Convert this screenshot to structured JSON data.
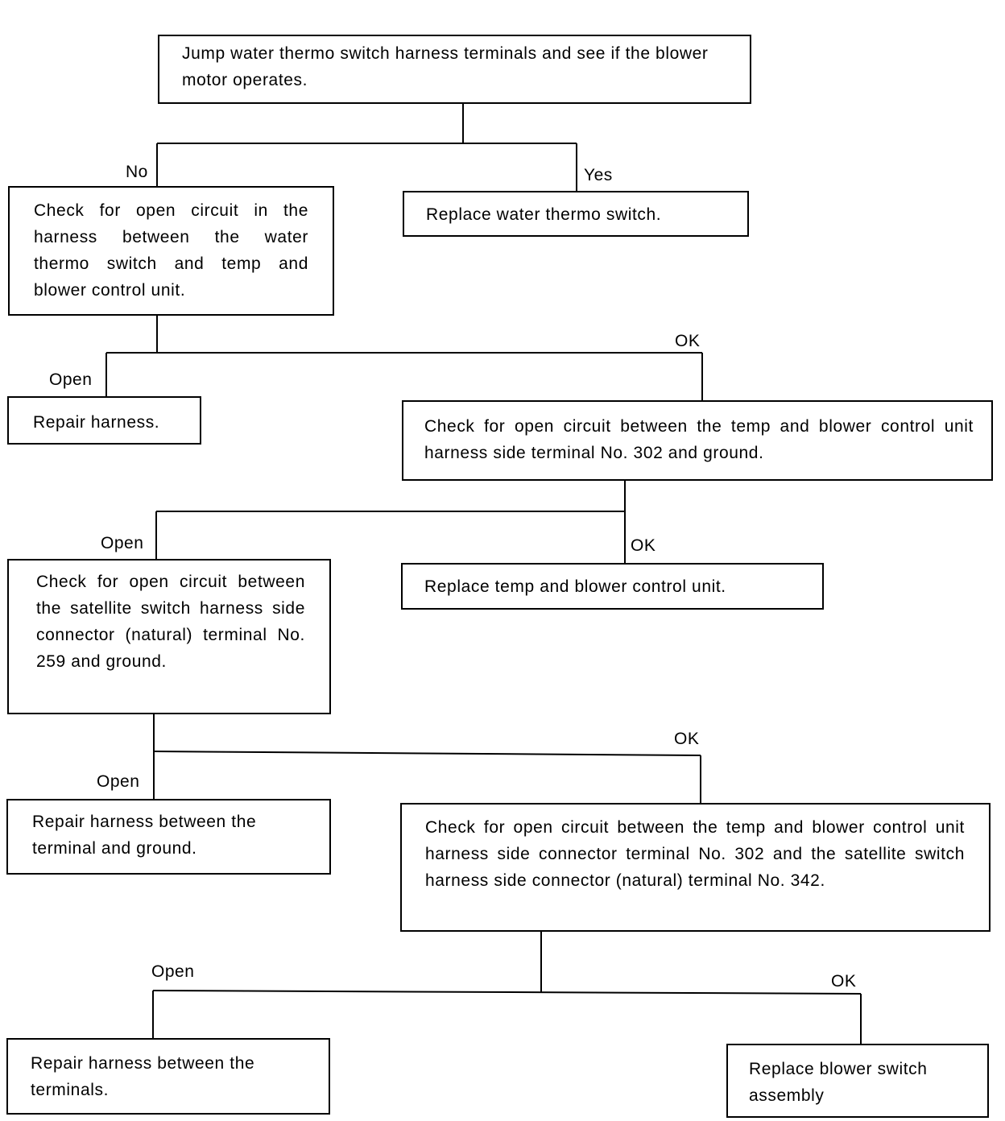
{
  "nodes": {
    "n1": "Jump water thermo switch harness terminals and see if the blower motor operates.",
    "n2": "Check for open circuit in the harness between the water thermo switch and temp and blower control unit.",
    "n3": "Replace water thermo switch.",
    "n4": "Repair harness.",
    "n5": "Check for open circuit between the temp and blower control unit harness side terminal No. 302 and ground.",
    "n6": "Check for open circuit between the satellite switch harness side connector (natural) terminal No. 259 and ground.",
    "n7": "Replace temp and blower control unit.",
    "n8": "Repair harness between the terminal and ground.",
    "n9": "Check for open circuit between the temp and blower control unit harness side connector terminal No. 302 and the satellite switch harness side connector (natural) terminal No. 342.",
    "n10": "Repair harness between the terminals.",
    "n11": "Replace blower switch assembly"
  },
  "edge_labels": {
    "e1_no": "No",
    "e1_yes": "Yes",
    "e2_open": "Open",
    "e2_ok": "OK",
    "e3_open": "Open",
    "e3_ok": "OK",
    "e4_open": "Open",
    "e4_ok": "OK",
    "e5_open": "Open",
    "e5_ok": "OK"
  }
}
